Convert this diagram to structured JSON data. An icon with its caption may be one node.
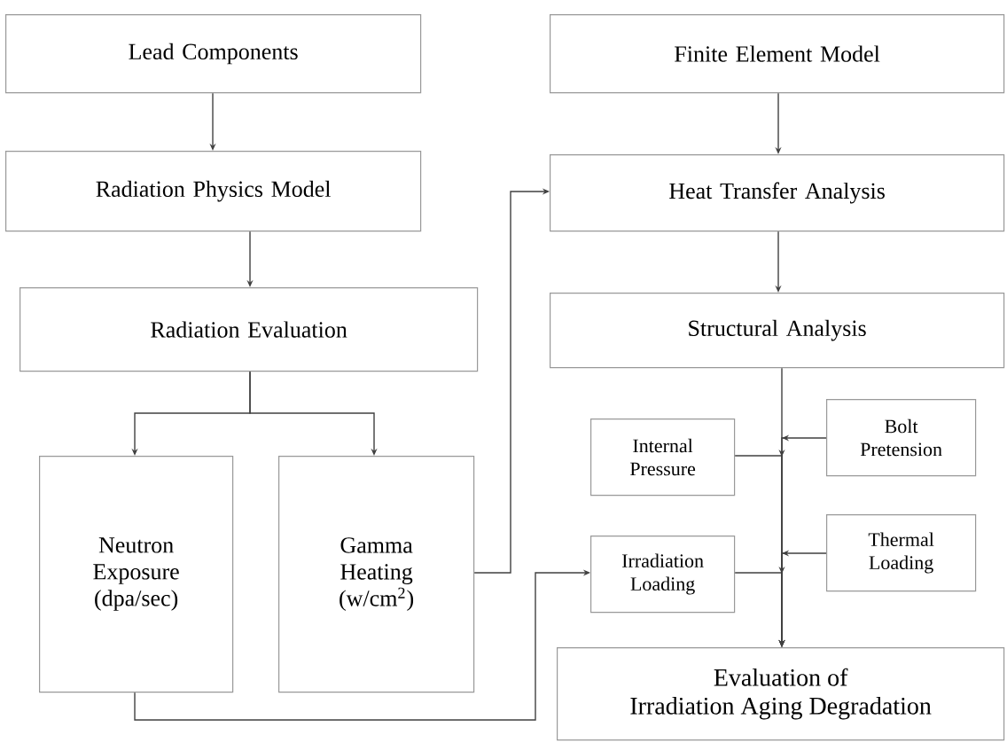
{
  "diagram": {
    "nodes": [
      {
        "text": [
          "Lead Components"
        ]
      },
      {
        "text": [
          "Radiation Physics Model"
        ]
      },
      {
        "text": [
          "Radiation Evaluation"
        ]
      },
      {
        "text": [
          "Neutron Exposure (dpa/sec)"
        ]
      },
      {
        "text": [
          "Gamma Heating (w/cm$^{2}$)"
        ]
      },
      {
        "text": [
          "Finite Element Model"
        ]
      },
      {
        "text": [
          "Heat Transfer Analysis"
        ]
      },
      {
        "text": [
          "Structural Analysis"
        ]
      },
      {
        "text": [
          "Internal Pressure"
        ]
      },
      {
        "text": [
          "Bolt Pretension"
        ]
      },
      {
        "text": [
          "Irradiation Loading"
        ]
      },
      {
        "text": [
          "Thermal Loading"
        ]
      },
      {
        "text": [
          "Evaluation of Irradiation Aging Degradation"
        ]
      }
    ],
    "edges": [
      {
        "from": 0,
        "to": 1,
        "arrow": "to"
      },
      {
        "from": 1,
        "to": 2,
        "arrow": "to"
      },
      {
        "from": 2,
        "to": 3,
        "arrow": "to"
      },
      {
        "from": 2,
        "to": 4,
        "arrow": "to"
      },
      {
        "from": 4,
        "to": 6,
        "arrow": "to"
      },
      {
        "from": 3,
        "to": 10,
        "arrow": "to"
      },
      {
        "from": 5,
        "to": 6,
        "arrow": "to"
      },
      {
        "from": 6,
        "to": 7,
        "arrow": "to"
      },
      {
        "from": 7,
        "to": 12,
        "arrow": "to"
      },
      {
        "from": 8,
        "to": 12,
        "arrow": "to"
      },
      {
        "from": 9,
        "to": 12,
        "arrow": "to"
      },
      {
        "from": 10,
        "to": 12,
        "arrow": "to"
      },
      {
        "from": 11,
        "to": 12,
        "arrow": "to"
      }
    ]
  }
}
